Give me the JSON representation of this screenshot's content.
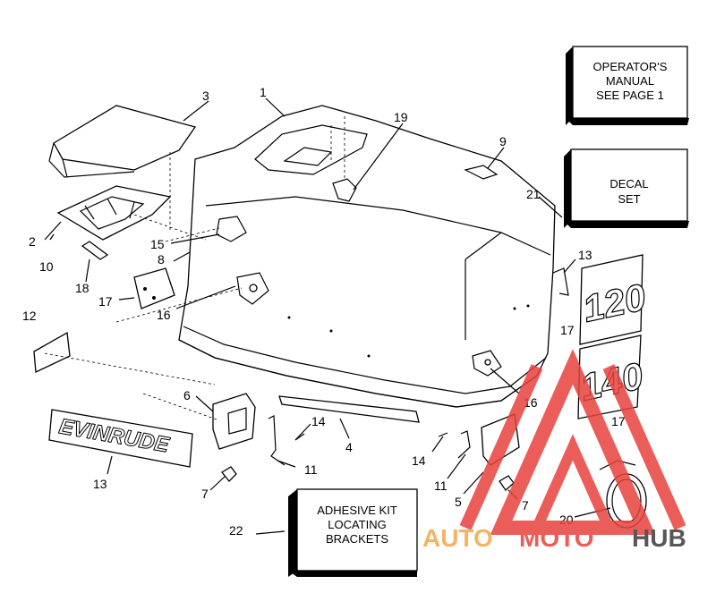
{
  "callouts": {
    "c1": "1",
    "c2": "2",
    "c3": "3",
    "c5": "5",
    "c6": "6",
    "c9": "9",
    "c10": "10",
    "c12": "12",
    "c13a": "13",
    "c13b": "13",
    "c14a": "14",
    "c14b": "14",
    "c15": "15",
    "c16a": "16",
    "c16b": "16",
    "c17a": "17",
    "c17b": "17",
    "c17c": "17",
    "c18": "18",
    "c19": "19",
    "c20": "20",
    "c21": "21",
    "c22": "22",
    "c4": "4",
    "c7a": "7",
    "c7b": "7",
    "c8": "8",
    "c11a": "11",
    "c11b": "11"
  },
  "boxes": {
    "manual": [
      "OPERATOR'S",
      "MANUAL",
      "SEE PAGE 1"
    ],
    "decal": [
      "DECAL",
      "SET"
    ],
    "adhesive": [
      "ADHESIVE KIT",
      "LOCATING",
      "BRACKETS"
    ]
  },
  "decals": {
    "brand": "EVINRUDE",
    "num_a": "120",
    "num_b": "140"
  },
  "watermark": {
    "auto": "AUTO",
    "moto": "MOTO",
    "hub": "HUB",
    "accent": "#e8413c",
    "mid": "#f4a64b",
    "dark": "#3a3a3a"
  }
}
